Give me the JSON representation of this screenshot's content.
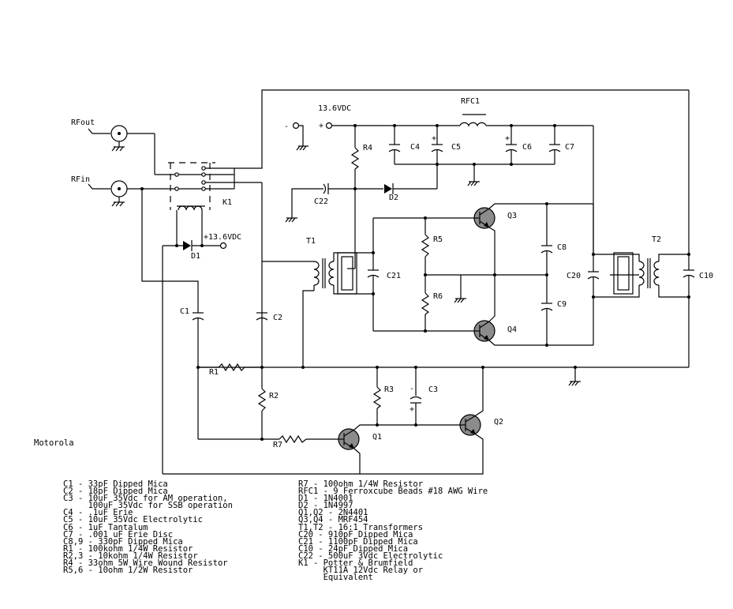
{
  "labels": {
    "rfout": "RFout",
    "rfin": "RFin",
    "k1": "K1",
    "d1": "D1",
    "supply_k1": "+13.6VDC",
    "supply_main": "13.6VDC",
    "minus": "-",
    "plus": "+",
    "rfc1": "RFC1",
    "r4": "R4",
    "c4": "C4",
    "c5": "C5",
    "c6": "C6",
    "c7": "C7",
    "c22": "C22",
    "d2": "D2",
    "t1": "T1",
    "c21": "C21",
    "r5": "R5",
    "r6": "R6",
    "q3": "Q3",
    "q4": "Q4",
    "c8": "C8",
    "c9": "C9",
    "c20": "C20",
    "t2": "T2",
    "c10": "C10",
    "c1": "C1",
    "c2": "C2",
    "r1": "R1",
    "r2": "R2",
    "r3": "R3",
    "c3": "C3",
    "q1": "Q1",
    "q2": "Q2",
    "r7": "R7",
    "credit": "Motorola",
    "pol_c5": "+",
    "pol_c6": "+",
    "pol_c3_top": "-",
    "pol_c3_bot": "+"
  },
  "parts_list_left": [
    "C1 - 33pF Dipped Mica",
    "C2 - 18pF Dipped Mica",
    "C3 - 10uF 35Vdc for AM operation,",
    "     100uF 35Vdc for SSB operation",
    "C4 - .1uF Erie",
    "C5 - 10uF 35Vdc Electrolytic",
    "C6 - 1uF Tantalum",
    "C7 - .001 uF Erie Disc",
    "C8,9 - 330pF Dipped Mica",
    "R1 - 100kohm 1/4W Resistor",
    "R2,3 - 10kohm 1/4W Resistor",
    "R4 - 33ohm 5W Wire Wound Resistor",
    "R5,6 - 10ohm 1/2W Resistor"
  ],
  "parts_list_right": [
    "R7 - 100ohm 1/4W Resistor",
    "RFC1 - 9 Ferroxcube Beads #18 AWG Wire",
    "D1 - 1N4001",
    "D2 - 1N4997",
    "Q1,Q2 - 2N4401",
    "Q3,Q4 - MRF454",
    "T1,T2 - 16:1 Transformers",
    "C20 - 910pF Dipped Mica",
    "C21 - 1100pF Dipped Mica",
    "C10 - 24pF Dipped Mica",
    "C22 - 500uF 3Vdc Electrolytic",
    "K1 - Potter & Brumfield",
    "     KT11A 12Vdc Relay or",
    "     Equivalent"
  ]
}
